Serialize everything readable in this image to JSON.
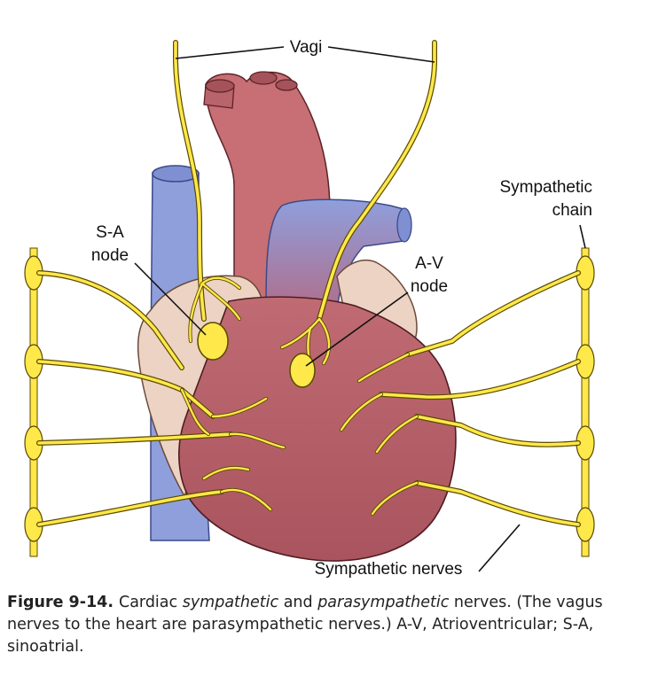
{
  "labels": {
    "vagi": "Vagi",
    "sympathetic_chain": [
      "Sympathetic",
      "chain"
    ],
    "sa_node": [
      "S-A",
      "node"
    ],
    "av_node": [
      "A-V",
      "node"
    ],
    "sympathetic_nerves": "Sympathetic nerves"
  },
  "caption": {
    "figure": "Figure 9-14.",
    "t1": "Cardiac ",
    "t2": "sympathetic",
    "t3": " and ",
    "t4": "parasympathetic",
    "t5": " nerves. (The vagus nerves to the heart are parasympathetic nerves.) A-V, Atrioventricular; S-A, sinoatrial."
  },
  "colors": {
    "nerve": "#ffe84a",
    "nerve_outline": "#5a4a00",
    "heart": "#b5606a",
    "aorta": "#c76f74",
    "vein": "#8f9fdc",
    "atrium": "#ecd3c3"
  }
}
